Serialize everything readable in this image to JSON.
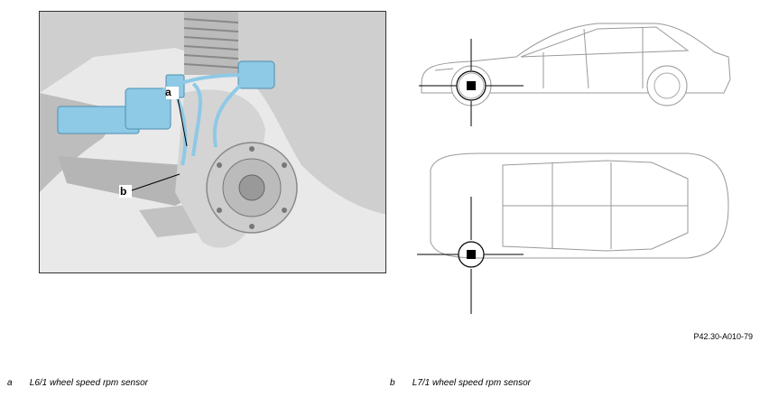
{
  "callouts": {
    "a": "a",
    "b": "b"
  },
  "document_id": "P42.30-A010-79",
  "legend": [
    {
      "key": "a",
      "text": "L6/1 wheel speed rpm sensor"
    },
    {
      "key": "b",
      "text": "L7/1 wheel speed rpm sensor"
    }
  ],
  "colors": {
    "highlight": "#8ec9e6",
    "line": "#000000",
    "body_gray": "#d9d9d9"
  }
}
